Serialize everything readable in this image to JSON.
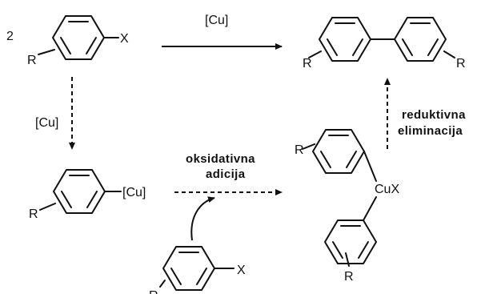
{
  "reagents": {
    "coefficient": "2",
    "aryl_halide": {
      "substituent": "R",
      "leaving_group": "X"
    }
  },
  "product": {
    "left_substituent": "R",
    "right_substituent": "R"
  },
  "arrows": {
    "direct_catalyst": "[Cu]",
    "down_catalyst": "[Cu]",
    "oxidative_addition": [
      "oksidativna",
      "adicija"
    ],
    "reductive_elimination": [
      "reduktivna",
      "eliminacija"
    ]
  },
  "intermediates": {
    "aryl_copper": {
      "substituent": "R",
      "metal": "[Cu]"
    },
    "diaryl_copper": {
      "substituent_top": "R",
      "substituent_bottom": "R",
      "metal": "CuX"
    },
    "second_aryl_halide": {
      "substituent": "R",
      "leaving_group": "X"
    }
  }
}
